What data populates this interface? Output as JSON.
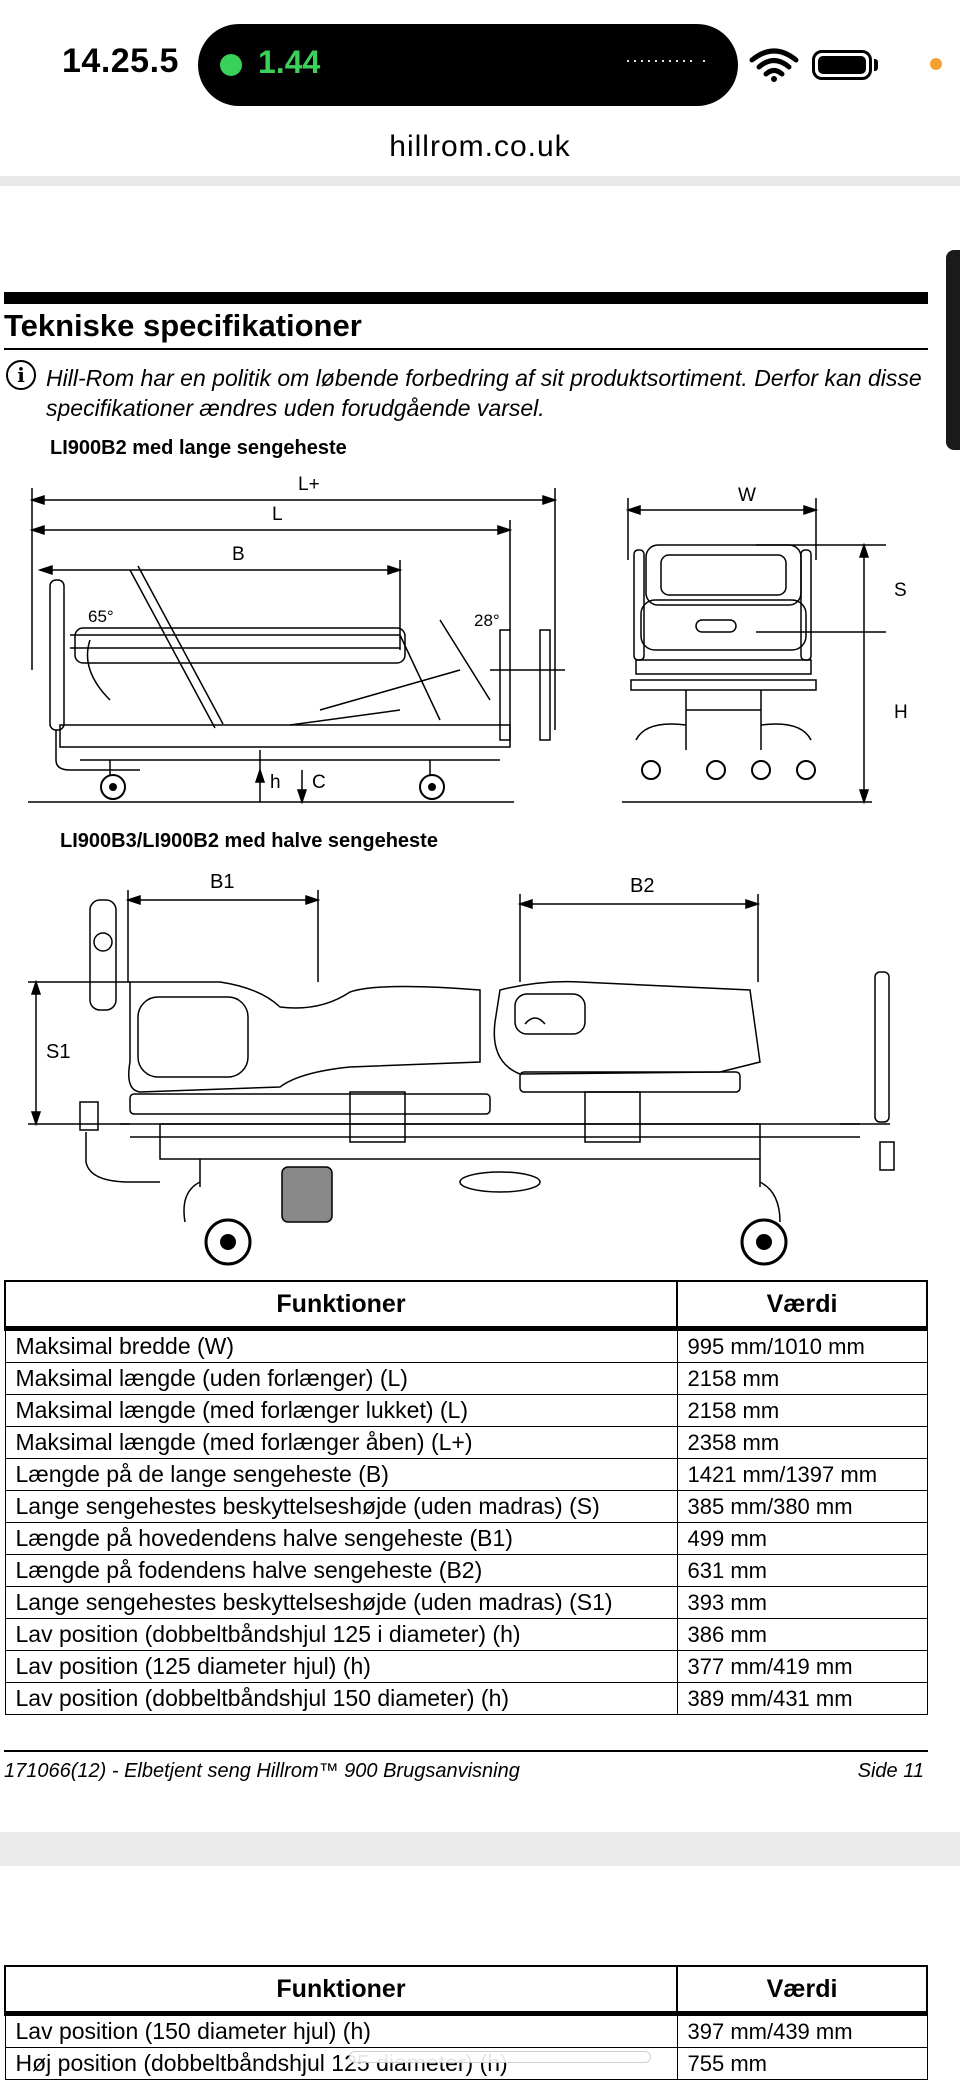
{
  "status_bar": {
    "time": "14.25.5",
    "timer": "1.44",
    "island_dots": "··········  ·"
  },
  "browser": {
    "url": "hillrom.co.uk"
  },
  "section": {
    "title": "Tekniske specifikationer",
    "notice": "Hill-Rom har en politik om løbende forbedring af sit produktsortiment. Derfor kan disse specifikationer ændres uden forudgående varsel."
  },
  "diagram1": {
    "title": "LI900B2 med lange sengeheste",
    "labels": {
      "lplus": "L+",
      "l": "L",
      "b": "B",
      "angle_head": "65°",
      "angle_foot": "28°",
      "h": "h",
      "c": "C",
      "w": "W",
      "s": "S",
      "hh": "H"
    }
  },
  "diagram2": {
    "title": "LI900B3/LI900B2 med halve sengeheste",
    "labels": {
      "b1": "B1",
      "b2": "B2",
      "s1": "S1"
    }
  },
  "table1": {
    "headers": [
      "Funktioner",
      "Værdi"
    ],
    "rows": [
      {
        "label": "Maksimal bredde (W)",
        "value": "995 mm/1010 mm"
      },
      {
        "label": "Maksimal længde (uden forlænger) (L)",
        "value": "2158 mm"
      },
      {
        "label": "Maksimal længde (med forlænger lukket) (L)",
        "value": "2158 mm"
      },
      {
        "label": "Maksimal længde (med forlænger åben) (L+)",
        "value": "2358 mm"
      },
      {
        "label": "Længde på de lange sengeheste (B)",
        "value": "1421 mm/1397 mm"
      },
      {
        "label": "Lange sengehestes beskyttelseshøjde (uden madras) (S)",
        "value": "385 mm/380 mm"
      },
      {
        "label": "Længde på hovedendens halve sengeheste (B1)",
        "value": "499 mm"
      },
      {
        "label": "Længde på fodendens halve sengeheste (B2)",
        "value": "631 mm"
      },
      {
        "label": "Lange sengehestes beskyttelseshøjde (uden madras) (S1)",
        "value": "393 mm"
      },
      {
        "label": "Lav position (dobbeltbåndshjul 125 i diameter) (h)",
        "value": "386 mm"
      },
      {
        "label": "Lav position (125 diameter hjul) (h)",
        "value": "377 mm/419 mm"
      },
      {
        "label": "Lav position (dobbeltbåndshjul 150 diameter) (h)",
        "value": "389 mm/431 mm"
      }
    ]
  },
  "footer": {
    "left": "171066(12) - Elbetjent seng Hillrom™ 900 Brugsanvisning",
    "right": "Side 11"
  },
  "table2": {
    "headers": [
      "Funktioner",
      "Værdi"
    ],
    "rows": [
      {
        "label": "Lav position (150 diameter hjul) (h)",
        "value": "397 mm/439 mm"
      },
      {
        "label": "Høj position (dobbeltbåndshjul 125 diameter) (h)",
        "value": "755 mm"
      }
    ]
  }
}
